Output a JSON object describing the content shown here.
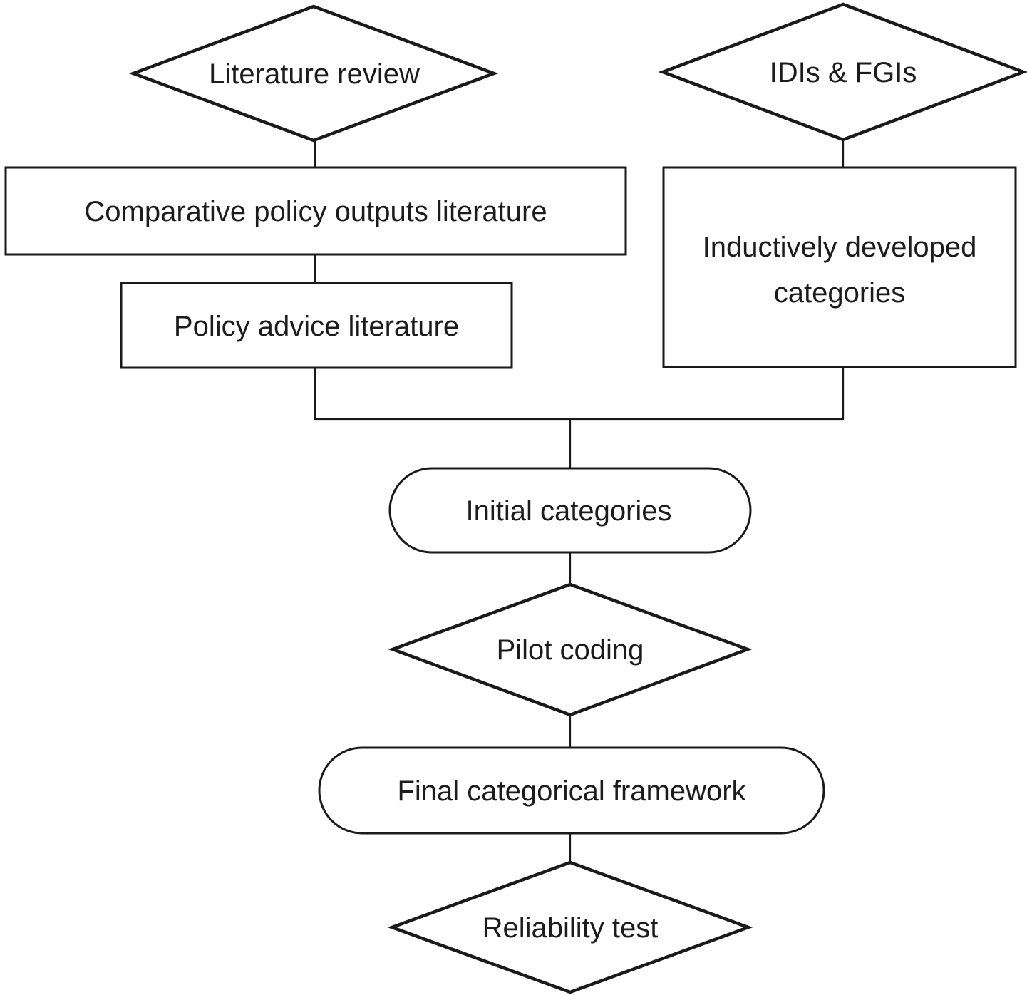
{
  "diagram": {
    "type": "flowchart",
    "background_color": "#ffffff",
    "stroke_color": "#1a1a1a",
    "text_color": "#1c1c1c",
    "nodes": [
      {
        "id": "literature-review",
        "shape": "diamond",
        "label": "Literature review"
      },
      {
        "id": "idis-fgis",
        "shape": "diamond",
        "label": "IDIs & FGIs"
      },
      {
        "id": "comparative-policy-outputs",
        "shape": "rectangle",
        "label": "Comparative policy outputs literature"
      },
      {
        "id": "policy-advice",
        "shape": "rectangle",
        "label": "Policy advice literature"
      },
      {
        "id": "inductively-developed",
        "shape": "rectangle",
        "label": "Inductively developed categories",
        "label_lines": [
          "Inductively developed",
          "categories"
        ]
      },
      {
        "id": "initial-categories",
        "shape": "stadium",
        "label": "Initial categories"
      },
      {
        "id": "pilot-coding",
        "shape": "diamond",
        "label": "Pilot coding"
      },
      {
        "id": "final-categorical-framework",
        "shape": "stadium",
        "label": "Final categorical framework"
      },
      {
        "id": "reliability-test",
        "shape": "diamond",
        "label": "Reliability test"
      }
    ],
    "edges": [
      {
        "from": "literature-review",
        "to": "comparative-policy-outputs",
        "style": "plain-line"
      },
      {
        "from": "comparative-policy-outputs",
        "to": "policy-advice",
        "style": "plain-line"
      },
      {
        "from": "idis-fgis",
        "to": "inductively-developed",
        "style": "plain-line"
      },
      {
        "from": "policy-advice",
        "to": "initial-categories",
        "style": "plain-line-merged"
      },
      {
        "from": "inductively-developed",
        "to": "initial-categories",
        "style": "plain-line-merged"
      },
      {
        "from": "initial-categories",
        "to": "pilot-coding",
        "style": "plain-line"
      },
      {
        "from": "pilot-coding",
        "to": "final-categorical-framework",
        "style": "plain-line"
      },
      {
        "from": "final-categorical-framework",
        "to": "reliability-test",
        "style": "plain-line"
      }
    ]
  }
}
